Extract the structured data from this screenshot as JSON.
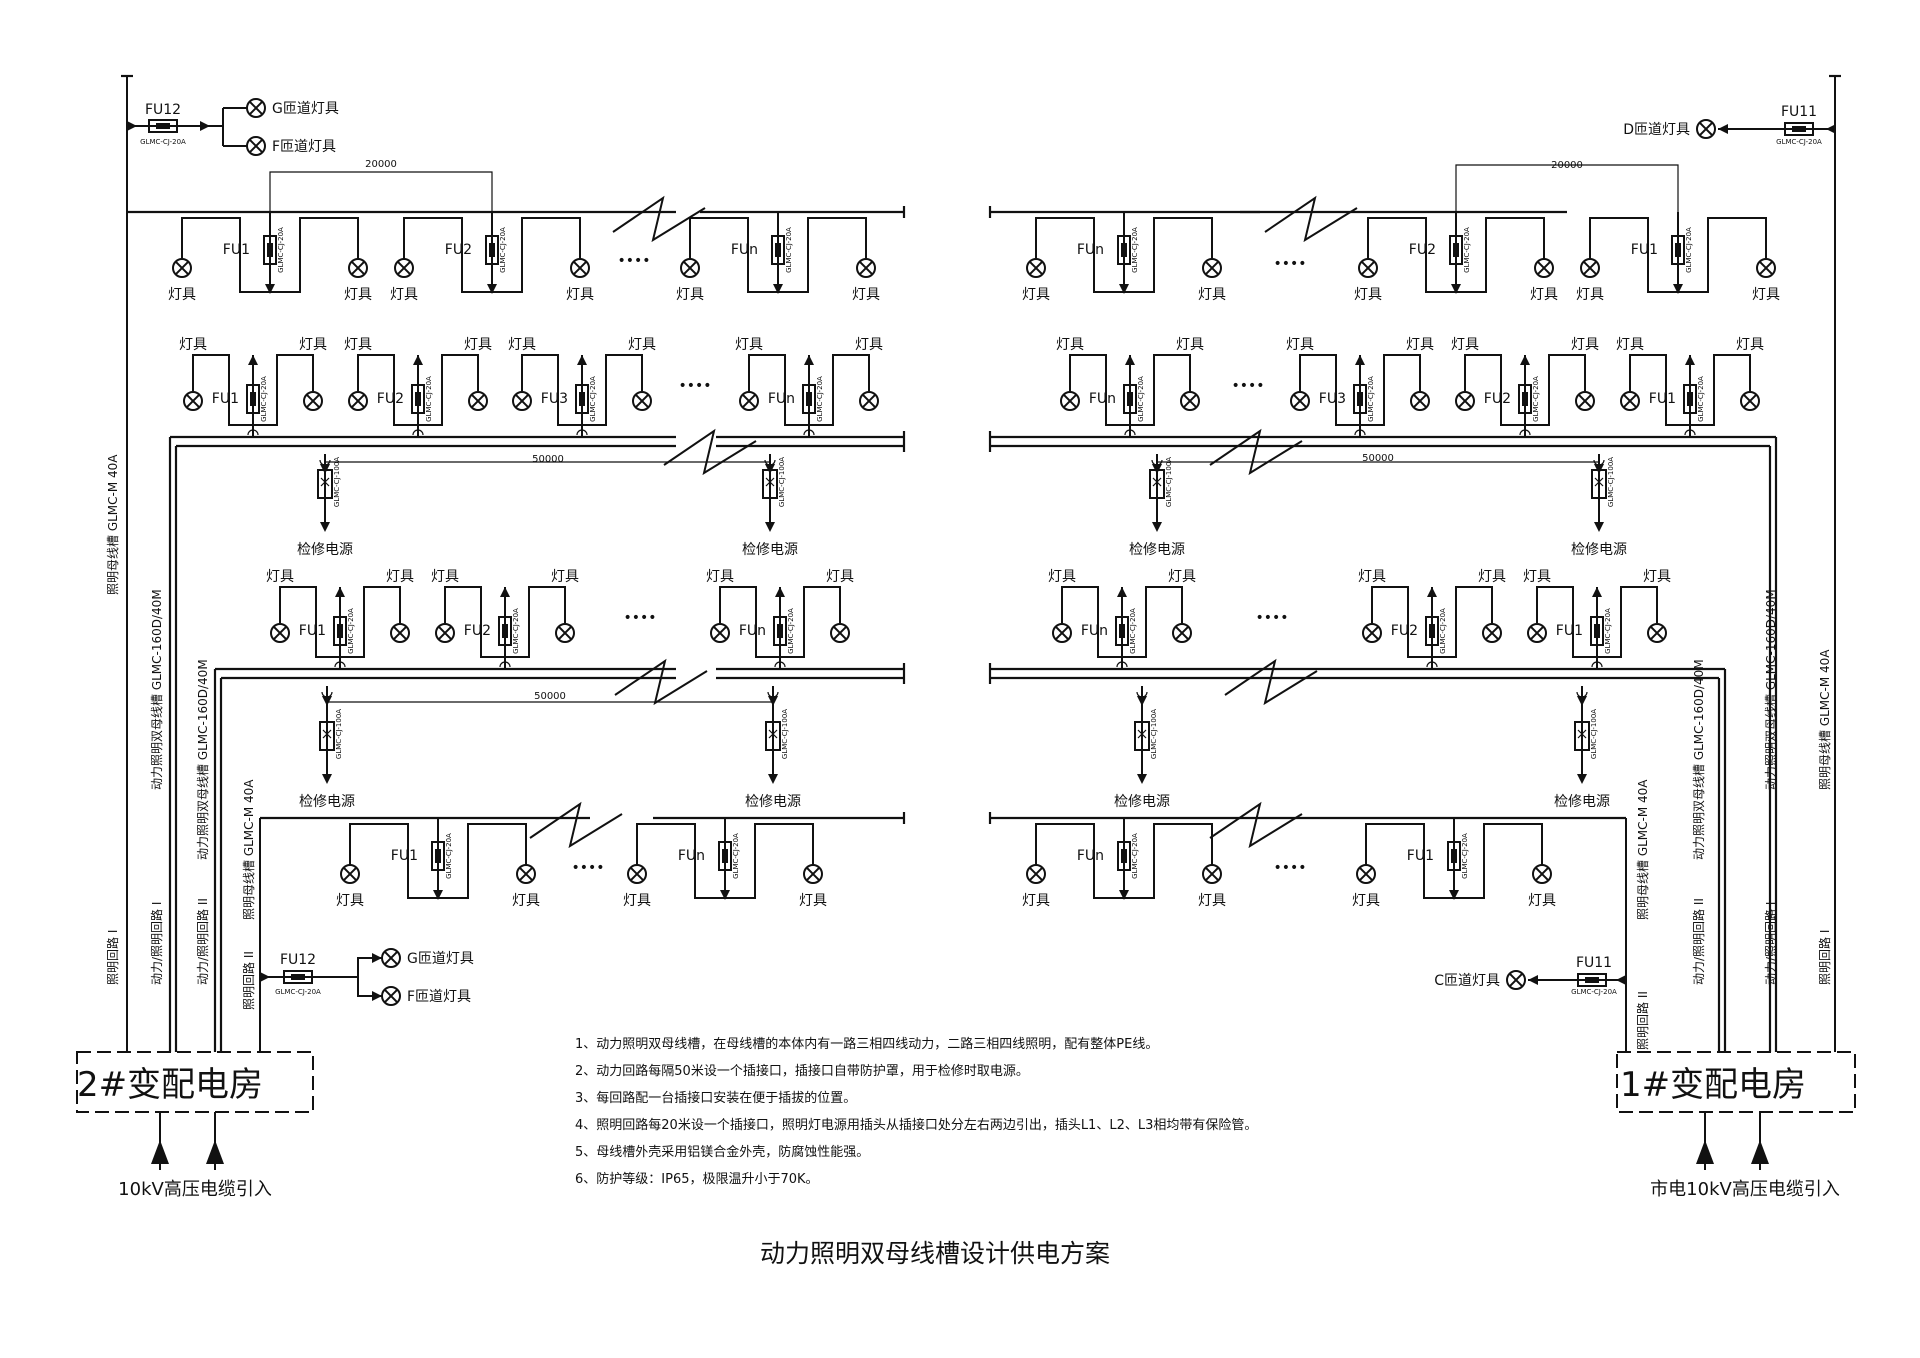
{
  "title": "动力照明双母线槽设计供电方案",
  "notes": [
    "1、动力照明双母线槽，在母线槽的本体内有一路三相四线动力，二路三相四线照明，配有整体PE线。",
    "2、动力回路每隔50米设一个插接口，插接口自带防护罩，用于检修时取电源。",
    "3、每回路配一台插接口安装在便于插拔的位置。",
    "4、照明回路每20米设一个插接口，照明灯电源用插头从插接口处分左右两边引出，插头L1、L2、L3相均带有保险管。",
    "5、母线槽外壳采用铝镁合金外壳，防腐蚀性能强。",
    "6、防护等级：IP65，极限温升小于70K。"
  ],
  "substations": {
    "left": "2#变配电房",
    "right": "1#变配电房",
    "left_input": "10kV高压电缆引入",
    "right_input": "市电10kV高压电缆引入"
  },
  "labels": {
    "lamp": "灯具",
    "repair": "检修电源",
    "dots": "••••",
    "fuse_model": "GLMC-CJ-20A",
    "plug_model": "GLMC-CJ-100A",
    "dist_20000": "20000",
    "dist_50000": "50000",
    "fu1": "FU1",
    "fu2": "FU2",
    "fu3": "FU3",
    "fun": "FUn",
    "fu11": "FU11",
    "fu12": "FU12",
    "g_lamp": "G匝道灯具",
    "f_lamp": "F匝道灯具",
    "d_lamp": "D匝道灯具",
    "c_lamp": "C匝道灯具"
  },
  "vertical_labels": {
    "l1": "照明回路 I",
    "l1_bus": "照明母线槽  GLMC-M  40A",
    "l2": "动力/照明回路 I",
    "l2_bus": "动力照明双母线槽  GLMC-160D/40M",
    "l3": "动力/照明回路 II",
    "l3_bus": "动力照明双母线槽  GLMC-160D/40M",
    "l4": "照明回路 II",
    "l4_bus": "照明母线槽  GLMC-M  40A"
  }
}
